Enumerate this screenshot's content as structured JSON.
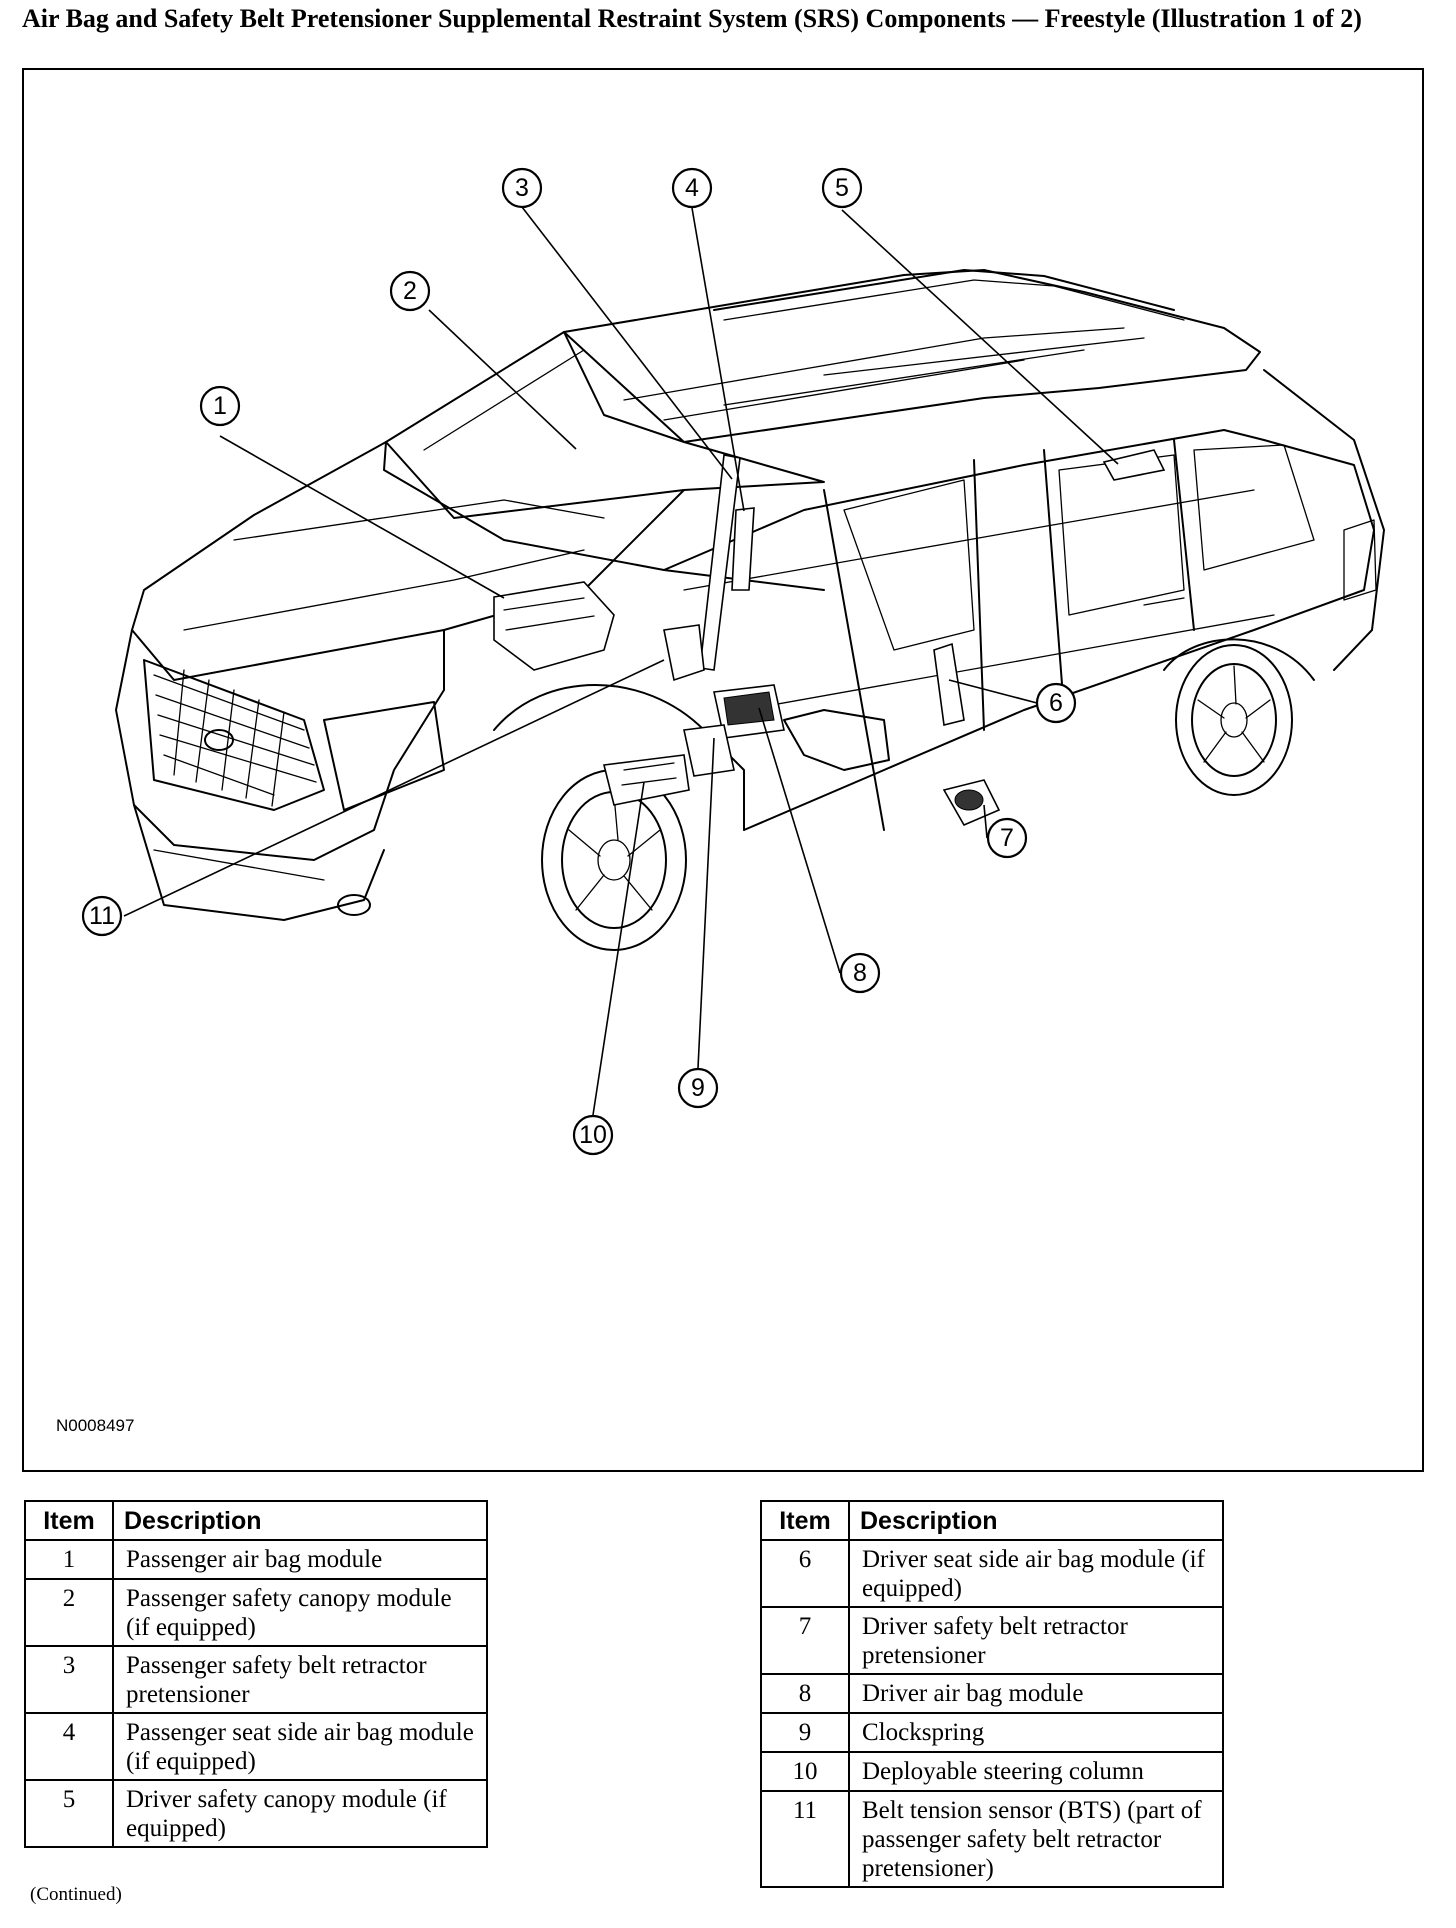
{
  "title": "Air Bag and Safety Belt Pretensioner Supplemental Restraint System (SRS) Components — Freestyle (Illustration 1 of 2)",
  "figure": {
    "code": "N0008497",
    "callouts": [
      "1",
      "2",
      "3",
      "4",
      "5",
      "6",
      "7",
      "8",
      "9",
      "10",
      "11"
    ]
  },
  "legend_headers": {
    "item": "Item",
    "description": "Description"
  },
  "legend_left": [
    {
      "item": "1",
      "description": "Passenger air bag module"
    },
    {
      "item": "2",
      "description": "Passenger safety canopy module (if equipped)"
    },
    {
      "item": "3",
      "description": "Passenger safety belt retractor pretensioner"
    },
    {
      "item": "4",
      "description": "Passenger seat side air bag module (if equipped)"
    },
    {
      "item": "5",
      "description": "Driver safety canopy module (if equipped)"
    }
  ],
  "legend_right": [
    {
      "item": "6",
      "description": "Driver seat side air bag module (if equipped)"
    },
    {
      "item": "7",
      "description": "Driver safety belt retractor pretensioner"
    },
    {
      "item": "8",
      "description": "Driver air bag module"
    },
    {
      "item": "9",
      "description": "Clockspring"
    },
    {
      "item": "10",
      "description": "Deployable steering column"
    },
    {
      "item": "11",
      "description": "Belt tension sensor (BTS) (part of passenger safety belt retractor pretensioner)"
    }
  ],
  "footnote": "(Continued)"
}
